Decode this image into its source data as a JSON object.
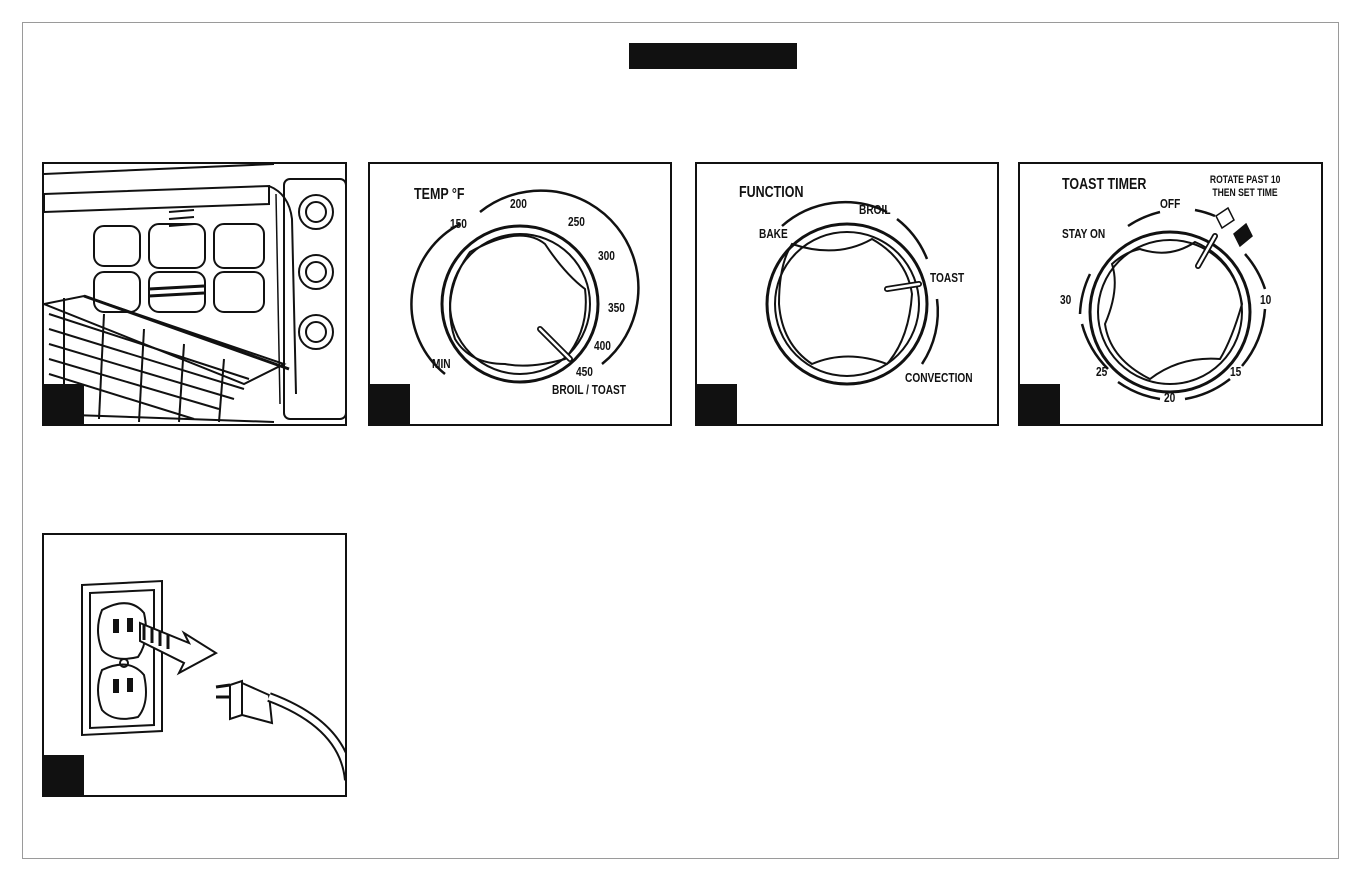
{
  "figures": [
    {
      "id": "oven-interior",
      "title": "Oven rack inside oven"
    },
    {
      "id": "temp-dial",
      "title": "TEMP °F",
      "labels": {
        "min": "MIN",
        "t150": "150",
        "t200": "200",
        "t250": "250",
        "t300": "300",
        "t350": "350",
        "t400": "400",
        "t450": "450",
        "broil_toast": "BROIL / TOAST"
      }
    },
    {
      "id": "function-dial",
      "title": "FUNCTION",
      "labels": {
        "bake": "BAKE",
        "broil": "BROIL",
        "toast": "TOAST",
        "convection": "CONVECTION"
      }
    },
    {
      "id": "timer-dial",
      "title": "TOAST TIMER",
      "labels": {
        "stay_on": "STAY ON",
        "off": "OFF",
        "rotate_line1": "ROTATE PAST 10",
        "rotate_line2": "THEN SET TIME",
        "m10": "10",
        "m15": "15",
        "m20": "20",
        "m25": "25",
        "m30": "30"
      }
    },
    {
      "id": "outlet",
      "title": "Unplug from outlet"
    }
  ]
}
